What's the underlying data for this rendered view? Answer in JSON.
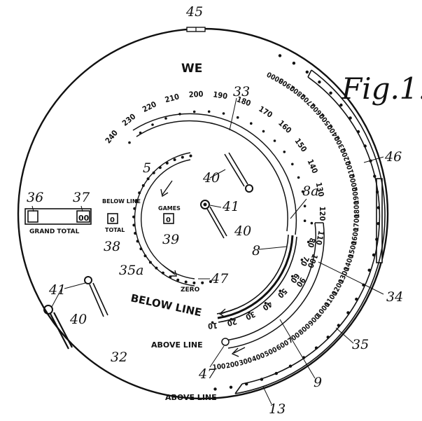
{
  "figure": {
    "title": "Fig.1.",
    "top_word": "WE",
    "below_line": "BELOW LINE",
    "above_line_inner": "ABOVE LINE",
    "above_line_outer": "ABOVE LINE",
    "zero": "ZERO"
  },
  "windows": {
    "grand_total_label": "GRAND TOTAL",
    "grand_total_value": "00",
    "below_line_total_label": "BELOW LINE",
    "below_line_total_sub": "TOTAL",
    "below_line_total_value": "0",
    "games_label": "GAMES",
    "games_value": "0"
  },
  "scales": {
    "top_arc": [
      "240",
      "230",
      "220",
      "210",
      "200",
      "190",
      "180",
      "170",
      "160",
      "150",
      "140",
      "130",
      "120",
      "110",
      "100",
      "90",
      "80",
      "70",
      "60",
      "50",
      "40",
      "30",
      "20",
      "10"
    ],
    "outer": [
      "3000",
      "2900",
      "2800",
      "2700",
      "2600",
      "2500",
      "2400",
      "2300",
      "2200",
      "2100",
      "2000",
      "1900",
      "1800",
      "1700",
      "1600",
      "1500",
      "1400",
      "1300",
      "1200",
      "1100",
      "1000",
      "900",
      "800",
      "700",
      "600",
      "500",
      "400",
      "300",
      "200",
      "100"
    ]
  },
  "refs": {
    "r45": "45",
    "r33": "33",
    "r46": "46",
    "r5": "5",
    "r40a": "40",
    "r41a": "41",
    "r40b": "40",
    "r8a": "8a",
    "r36": "36",
    "r37": "37",
    "r38": "38",
    "r39": "39",
    "r35a": "35a",
    "r47a": "47",
    "r8": "8",
    "r41b": "41",
    "r40c": "40",
    "r34": "34",
    "r35": "35",
    "r32": "32",
    "r47b": "47",
    "r9": "9",
    "r13": "13"
  }
}
